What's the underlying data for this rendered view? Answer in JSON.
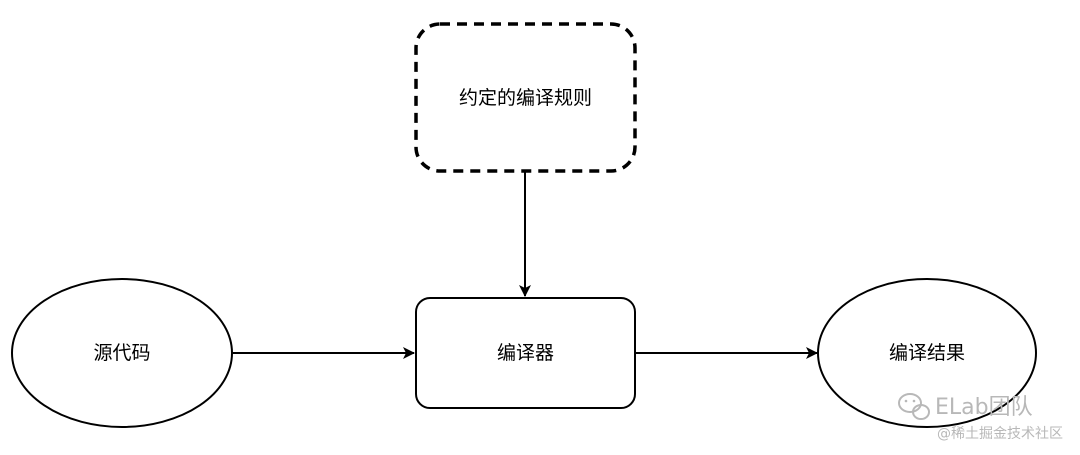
{
  "nodes": {
    "rules": {
      "label": "约定的编译规则"
    },
    "source": {
      "label": "源代码"
    },
    "compiler": {
      "label": "编译器"
    },
    "result": {
      "label": "编译结果"
    }
  },
  "edges": [
    {
      "from": "rules",
      "to": "compiler"
    },
    {
      "from": "source",
      "to": "compiler"
    },
    {
      "from": "compiler",
      "to": "result"
    }
  ],
  "watermark": {
    "brand": "ELab团队",
    "site": "@稀土掘金技术社区"
  },
  "colors": {
    "stroke": "#000000",
    "fill": "#ffffff",
    "watermark": "#b8b8b8"
  }
}
